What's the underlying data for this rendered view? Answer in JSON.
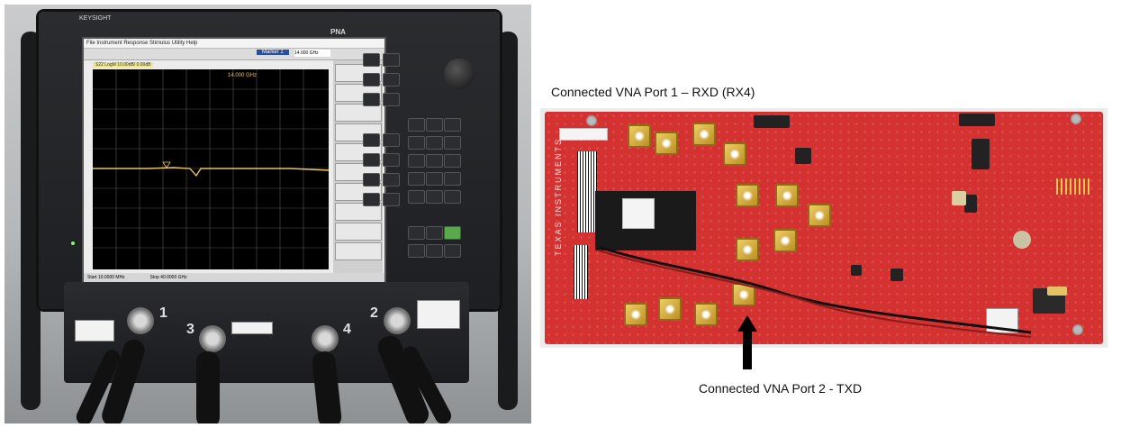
{
  "photo_left": {
    "description_icons": [
      "network-analyzer",
      "coax-port"
    ],
    "screen": {
      "menu": "File Instrument Response Stimulus Utility Help",
      "marker_label": "Marker 1",
      "marker_value": "14.000 GHz",
      "trace_label": "S22 LogM 10.00dB/ 0.00dB",
      "start_label": "Start 10.0000 MHz",
      "stop_label": "Stop 40.0000 GHz",
      "marker_readout": "14.000 GHz",
      "brand": "KEYSIGHT",
      "model": "PNA"
    },
    "port_labels": [
      "1",
      "3",
      "4",
      "2"
    ]
  },
  "photo_right": {
    "caption_top": "Connected VNA Port 1 – RXD (RX4)",
    "caption_bottom": "Connected VNA Port 2 - TXD",
    "board_text": "TEXAS INSTRUMENTS"
  },
  "colors": {
    "board_red": "#d43131",
    "trace_yellow": "#e8c36a",
    "sma_gold": "#d4a93a"
  }
}
